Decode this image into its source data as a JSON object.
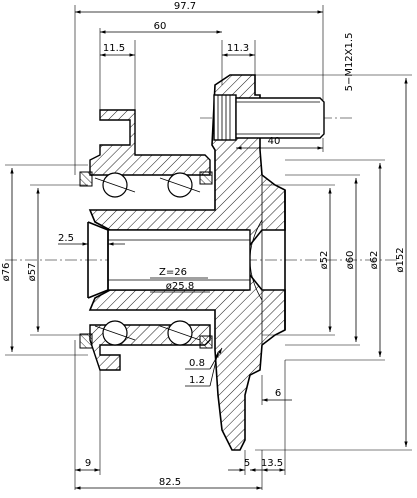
{
  "dimensions": {
    "overall_length": "97.7",
    "flange_to_bolt_end": "60",
    "left_step": "11.5",
    "right_step": "11.3",
    "bolt_thread": "5−M12X1.5",
    "bolt_length": "40",
    "inner_chamfer": "2.5",
    "outer_diameter": "ø76",
    "bearing_bore": "ø57",
    "spline_teeth": "Z=26",
    "spline_diameter": "ø25.8",
    "pilot_diameter": "ø52",
    "hub_diameter": "ø60",
    "hub_step_diameter": "ø62",
    "flange_diameter": "ø152",
    "seal_gap_1": "0.8",
    "seal_gap_2": "1.2",
    "flange_offset": "6",
    "left_offset": "9",
    "total_axial": "82.5",
    "flange_thickness": "5",
    "flange_width": "13.5"
  }
}
